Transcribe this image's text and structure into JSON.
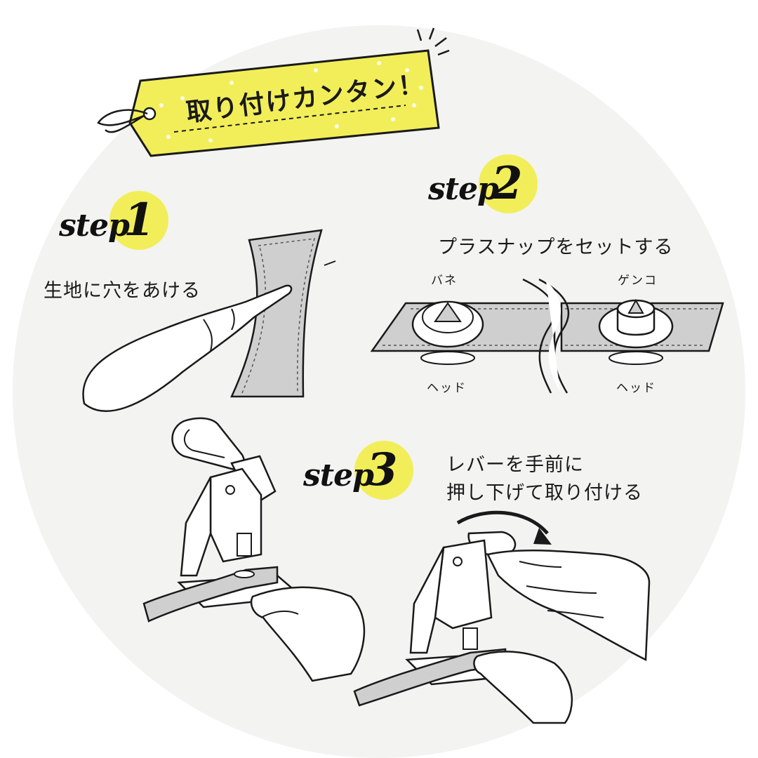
{
  "tag": {
    "title": "取り付けカンタン！"
  },
  "step1": {
    "word": "step",
    "number": "1",
    "caption": "生地に穴をあける"
  },
  "step2": {
    "word": "step",
    "number": "2",
    "caption": "プラスナップをセットする",
    "label_spring": "バネ",
    "label_genko": "ゲンコ",
    "label_head_left": "ヘッド",
    "label_head_right": "ヘッド"
  },
  "step3": {
    "word": "step",
    "number": "3",
    "caption_line1": "レバーを手前に",
    "caption_line2": "押し下げて取り付ける"
  },
  "colors": {
    "accent_yellow": "#f2ee5a",
    "ink": "#1a1a1a",
    "background": "#f3f3f1",
    "fabric_gray": "#cfcfcf"
  }
}
